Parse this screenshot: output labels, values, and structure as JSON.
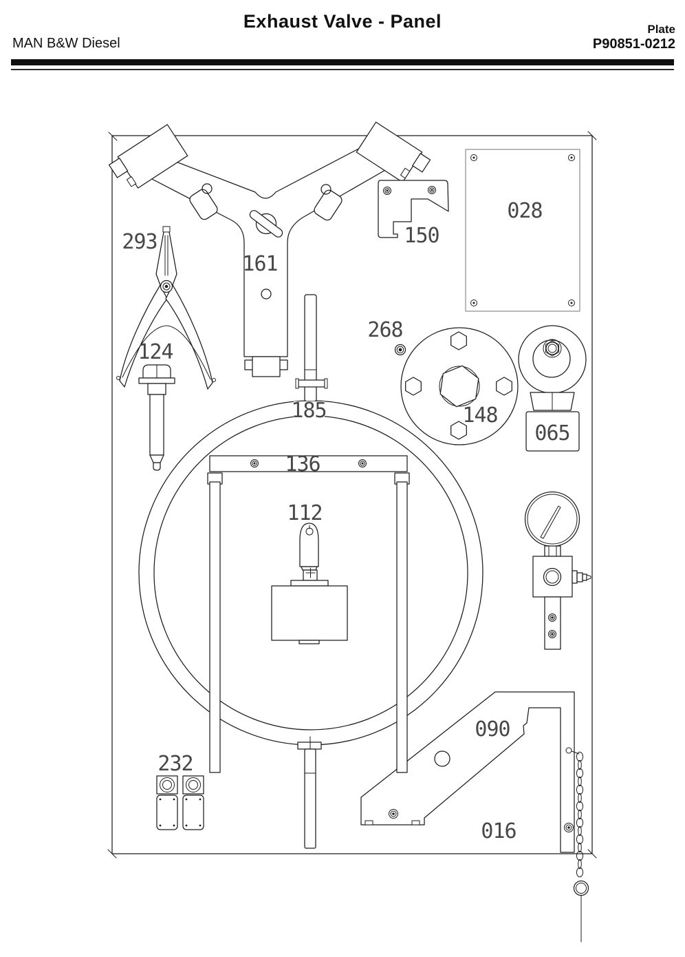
{
  "header": {
    "company": "MAN B&W Diesel",
    "title": "Exhaust Valve - Panel",
    "plate_label": "Plate",
    "plate_number": "P90851-0212"
  },
  "labels": {
    "l016": "016",
    "l028": "028",
    "l065": "065",
    "l090": "090",
    "l112": "112",
    "l124": "124",
    "l136": "136",
    "l148": "148",
    "l150": "150",
    "l161": "161",
    "l185": "185",
    "l232": "232",
    "l268": "268",
    "l293": "293"
  },
  "colors": {
    "line": "#1c1c1c",
    "label_text": "#474747",
    "plate_028_outline": "#8f8f8f",
    "background": "#ffffff"
  }
}
